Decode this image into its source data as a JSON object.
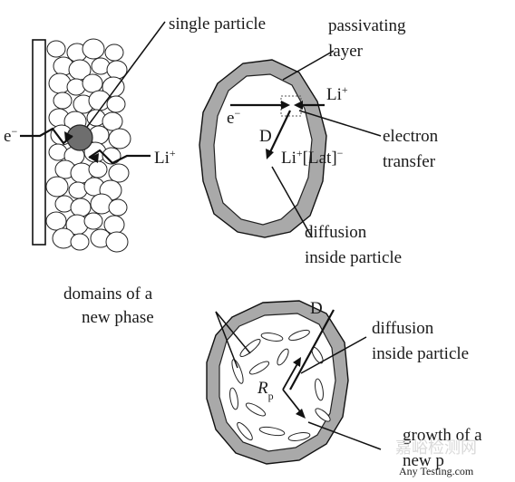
{
  "labels": {
    "single_particle": "single particle",
    "passivating_1": "passivating",
    "passivating_2": "layer",
    "electron": "e",
    "minus": "−",
    "li": "Li",
    "plus": "+",
    "li_top": "Li",
    "e_top": "e",
    "D_top": "D",
    "electron_transfer_1": "electron",
    "electron_transfer_2": "transfer",
    "li_lat": "Li",
    "lat": "[Lat]",
    "diffusion_1": "diffusion",
    "diffusion_2": "inside particle",
    "domains_1": "domains of a",
    "domains_2": "new phase",
    "D_bottom": "D",
    "diffusion_b1": "diffusion",
    "diffusion_b2": "inside particle",
    "rp": "R",
    "rp_sub": "p",
    "growth_1": "growth of a",
    "growth_2": "new p"
  },
  "watermark": {
    "text": "嘉峪检测网",
    "sub": "Any Testing.com"
  },
  "colors": {
    "line": "#111111",
    "shell": "#a9a9a9",
    "highlight": "#6e6e6e"
  }
}
